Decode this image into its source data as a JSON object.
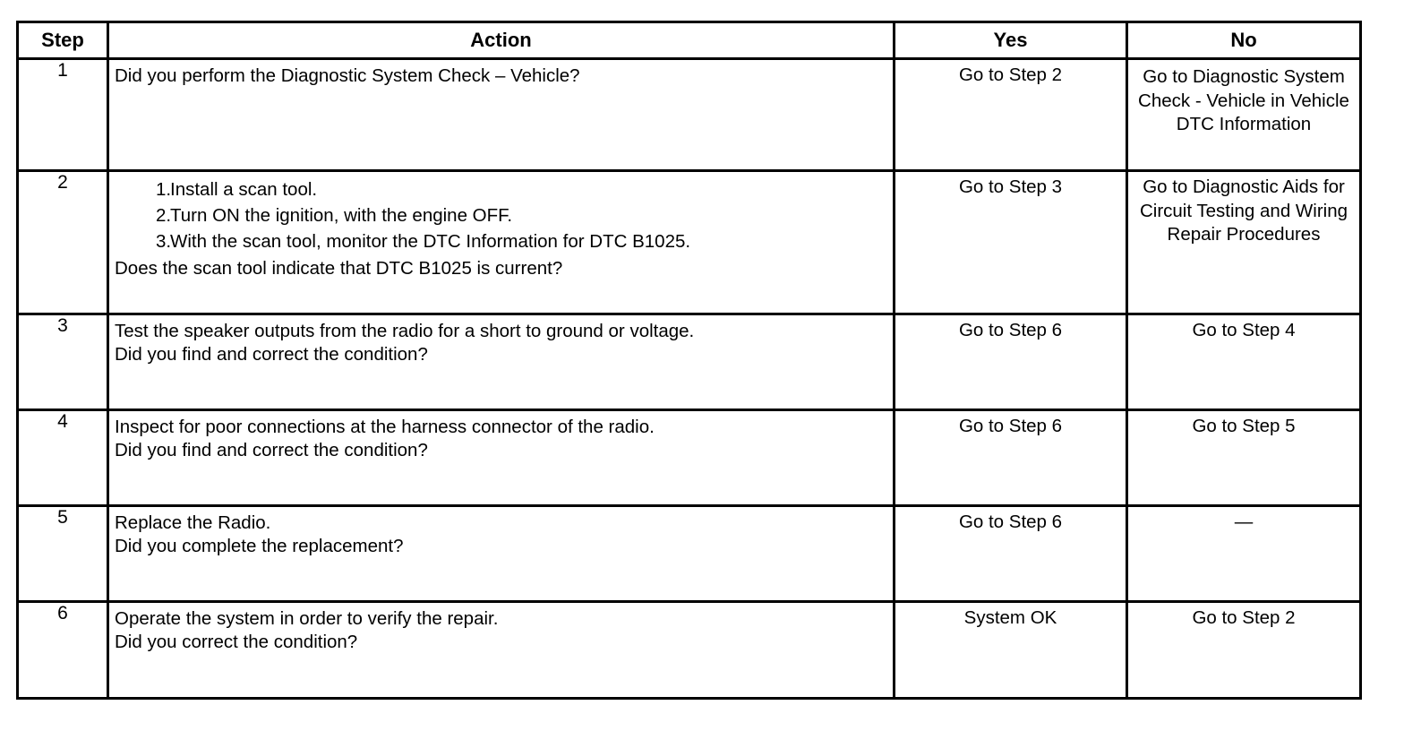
{
  "table": {
    "headers": {
      "step": "Step",
      "action": "Action",
      "yes": "Yes",
      "no": "No"
    },
    "rows": [
      {
        "step": "1",
        "action_lead": "Did you perform the Diagnostic System Check – Vehicle?",
        "action_list": [],
        "action_question": "",
        "yes": "Go to Step 2",
        "no": "Go to Diagnostic System Check - Vehicle in Vehicle DTC Information"
      },
      {
        "step": "2",
        "action_lead": "",
        "action_list": [
          {
            "num": "1.",
            "text": "Install a scan tool."
          },
          {
            "num": "2.",
            "text": "Turn ON the ignition, with the engine OFF."
          },
          {
            "num": "3.",
            "text": "With the scan tool, monitor the DTC Information for DTC B1025."
          }
        ],
        "action_question": "Does the scan tool indicate that DTC B1025 is current?",
        "yes": "Go to Step 3",
        "no": "Go to Diagnostic Aids for Circuit Testing and Wiring Repair Procedures"
      },
      {
        "step": "3",
        "action_lead": "Test the speaker outputs from the radio for a short to ground or voltage.",
        "action_list": [],
        "action_question": "Did you find and correct the condition?",
        "yes": "Go to Step 6",
        "no": "Go to Step 4"
      },
      {
        "step": "4",
        "action_lead": "Inspect for poor connections at the harness connector of the radio.",
        "action_list": [],
        "action_question": "Did you find and correct the condition?",
        "yes": "Go to Step 6",
        "no": "Go to Step 5"
      },
      {
        "step": "5",
        "action_lead": "Replace the Radio.",
        "action_list": [],
        "action_question": "Did you complete the replacement?",
        "yes": "Go to Step 6",
        "no": "—"
      },
      {
        "step": "6",
        "action_lead": "Operate the system in order to verify the repair.",
        "action_list": [],
        "action_question": "Did you correct the condition?",
        "yes": "System OK",
        "no": "Go to Step 2"
      }
    ]
  }
}
